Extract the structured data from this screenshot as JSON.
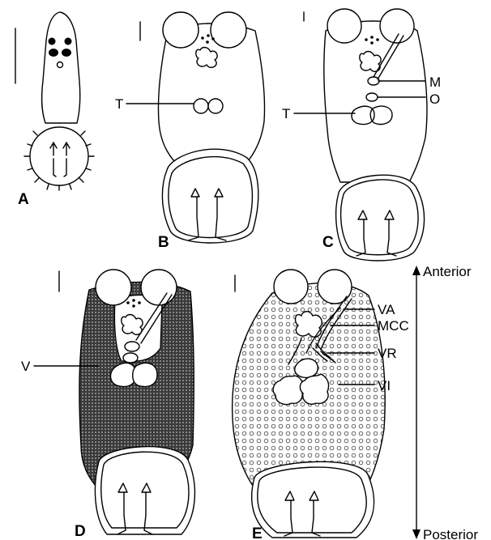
{
  "panels": {
    "A": {
      "letter": "A"
    },
    "B": {
      "letter": "B",
      "labels": [
        "T"
      ]
    },
    "C": {
      "letter": "C",
      "labels": [
        "M",
        "O",
        "T"
      ]
    },
    "D": {
      "letter": "D",
      "labels": [
        "V"
      ]
    },
    "E": {
      "letter": "E",
      "labels": [
        "VA",
        "MCC",
        "VR",
        "VI"
      ]
    }
  },
  "axis": {
    "anterior": "Anterior",
    "posterior": "Posterior"
  }
}
